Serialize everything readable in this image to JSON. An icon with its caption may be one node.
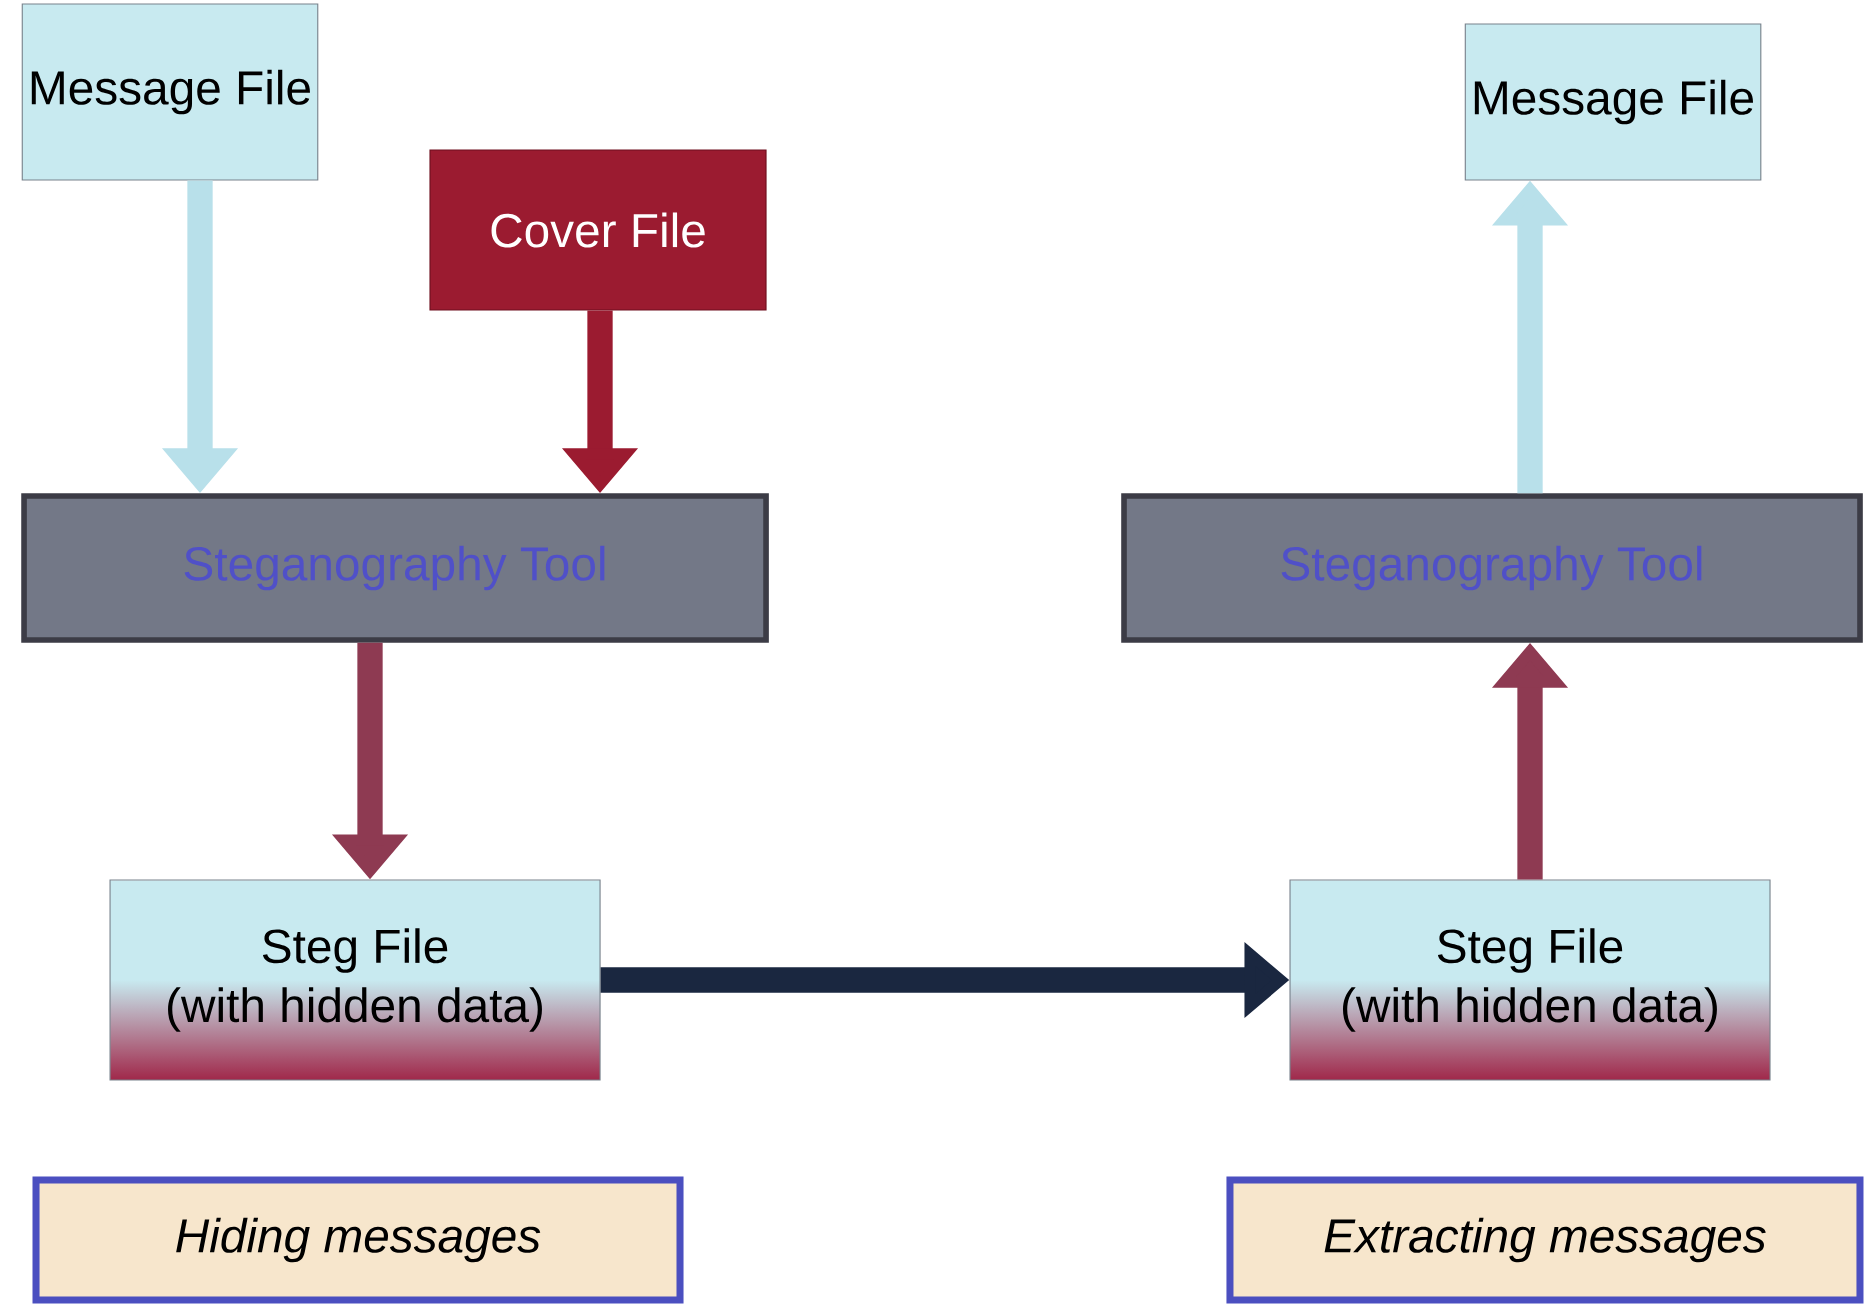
{
  "diagram": {
    "nodes": [
      {
        "text": [
          "Message File"
        ]
      },
      {
        "text": [
          "Cover File"
        ]
      },
      {
        "text": [
          "Steganography Tool"
        ]
      },
      {
        "text": [
          "Steg File",
          "(with hidden data)"
        ]
      },
      {
        "text": [
          "Steg File",
          "(with hidden data)"
        ]
      },
      {
        "text": [
          "Steganography Tool"
        ]
      },
      {
        "text": [
          "Message File"
        ]
      },
      {
        "text": [
          "Hiding messages"
        ]
      },
      {
        "text": [
          "Extracting messages"
        ]
      }
    ],
    "edges": [
      {
        "from": 0,
        "to": 2,
        "arrow": "to"
      },
      {
        "from": 1,
        "to": 2,
        "arrow": "to",
        "color": "#9b1b30"
      },
      {
        "from": 2,
        "to": 3,
        "arrow": "to",
        "color": "#8e3a52"
      },
      {
        "from": 3,
        "to": 4,
        "arrow": "to",
        "color": "#1a2740"
      },
      {
        "from": 4,
        "to": 5,
        "arrow": "to",
        "color": "#8e3a52"
      },
      {
        "from": 5,
        "to": 6,
        "arrow": "to"
      }
    ]
  }
}
